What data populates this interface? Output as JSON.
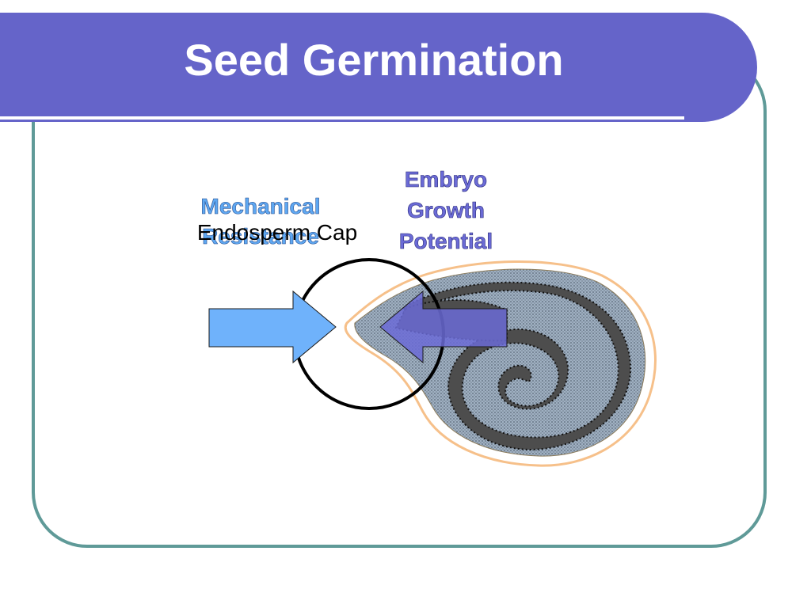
{
  "slide": {
    "title": "Seed Germination"
  },
  "diagram": {
    "mechanical_resistance_label": [
      "Mechanical",
      "Resistance"
    ],
    "endosperm_cap_label": "Endosperm Cap",
    "embryo_growth_label": [
      "Embryo",
      "Growth",
      "Potential"
    ]
  },
  "colors": {
    "title_bar": "#6564c9",
    "frame_border": "#5f9a98",
    "left_arrow": "#6fb2fb",
    "right_arrow": "#6b6bd6",
    "seed_coat_outline": "#f6c08a",
    "seed_fill": "#8a99a8",
    "embryo_fill": "#4d4d4d",
    "label_blue": "#5ea8f2",
    "label_purple": "#5b5bc8"
  }
}
